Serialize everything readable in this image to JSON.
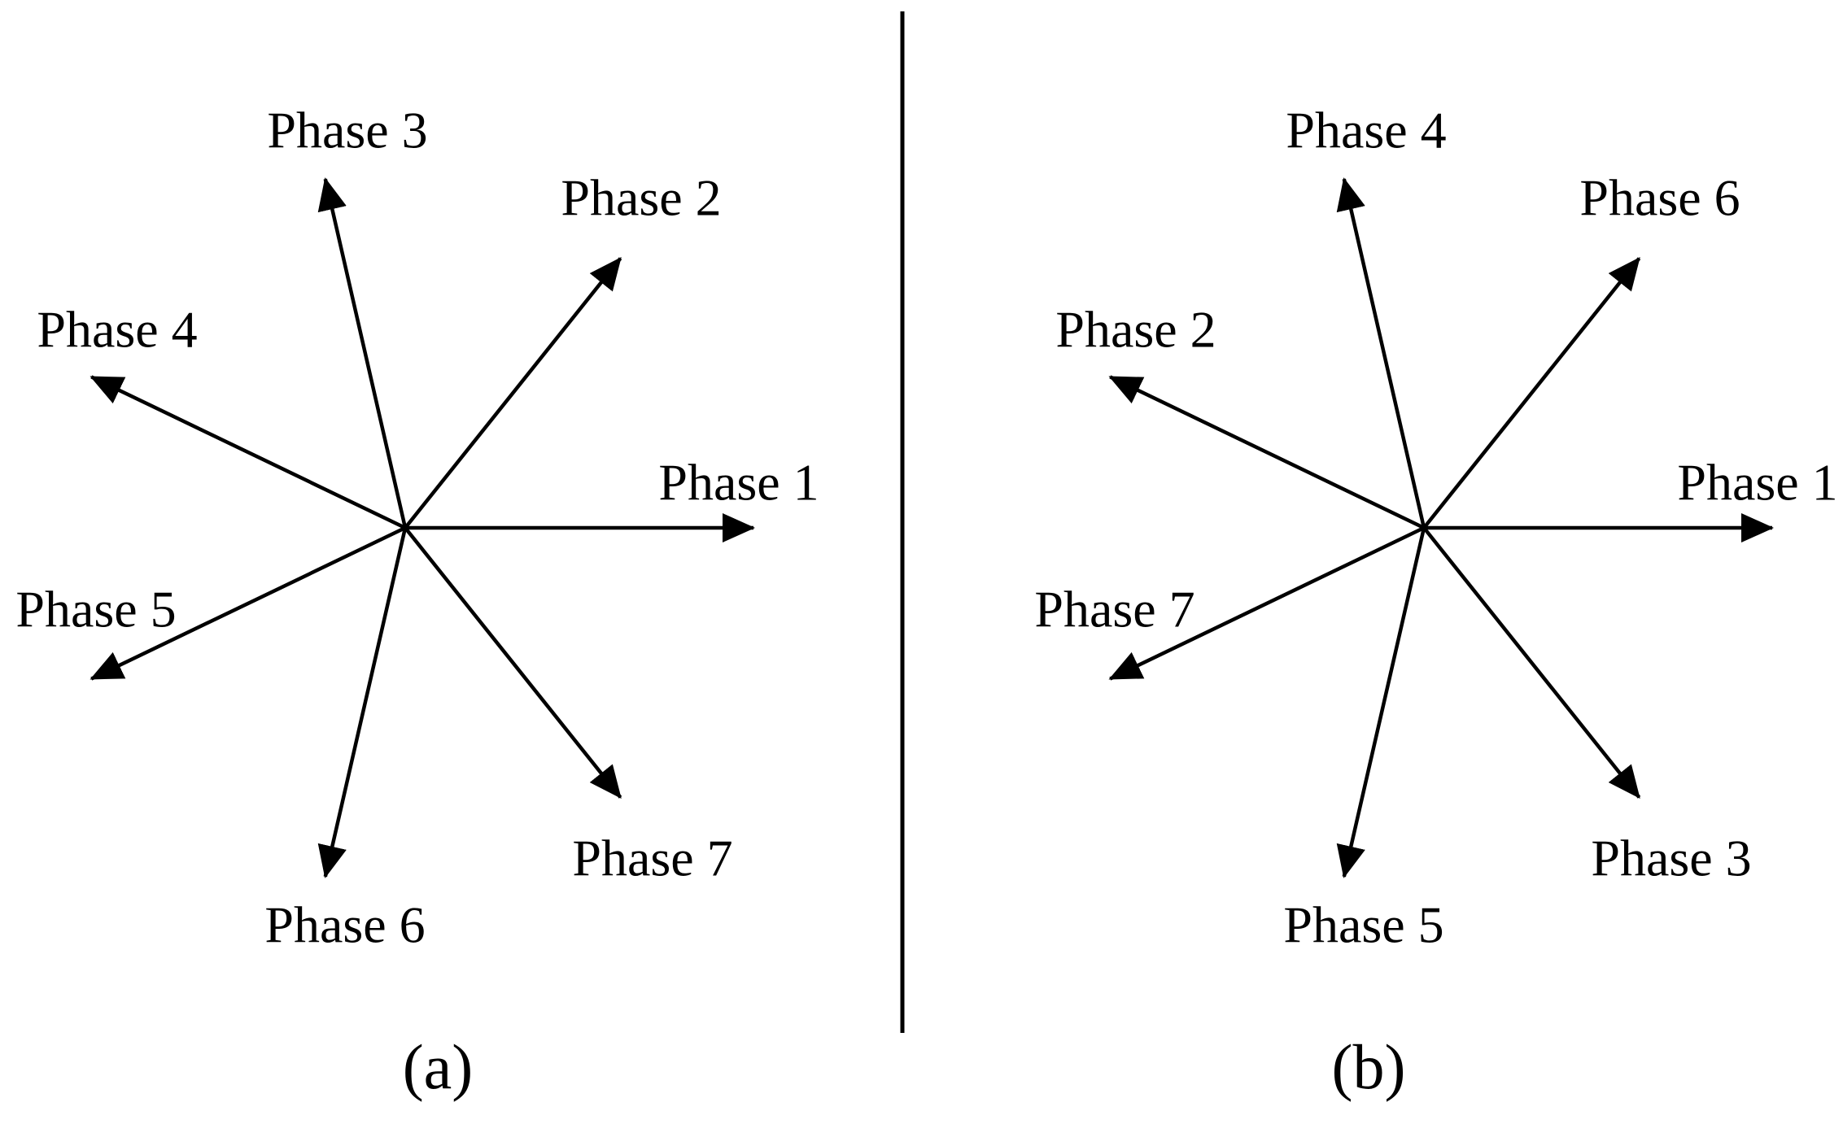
{
  "line_color": "#000000",
  "background_color": "#ffffff",
  "panels": [
    {
      "caption": "(a)",
      "phases": [
        {
          "label": "Phase 1",
          "angle_deg": 0
        },
        {
          "label": "Phase 2",
          "angle_deg": 51.4
        },
        {
          "label": "Phase 3",
          "angle_deg": 102.9
        },
        {
          "label": "Phase 4",
          "angle_deg": 154.3
        },
        {
          "label": "Phase 5",
          "angle_deg": 205.7
        },
        {
          "label": "Phase 6",
          "angle_deg": 257.1
        },
        {
          "label": "Phase 7",
          "angle_deg": 308.6
        }
      ]
    },
    {
      "caption": "(b)",
      "phases": [
        {
          "label": "Phase 1",
          "angle_deg": 0
        },
        {
          "label": "Phase 6",
          "angle_deg": 51.4
        },
        {
          "label": "Phase 4",
          "angle_deg": 102.9
        },
        {
          "label": "Phase 2",
          "angle_deg": 154.3
        },
        {
          "label": "Phase 7",
          "angle_deg": 205.7
        },
        {
          "label": "Phase 5",
          "angle_deg": 257.1
        },
        {
          "label": "Phase 3",
          "angle_deg": 308.6
        }
      ]
    }
  ]
}
